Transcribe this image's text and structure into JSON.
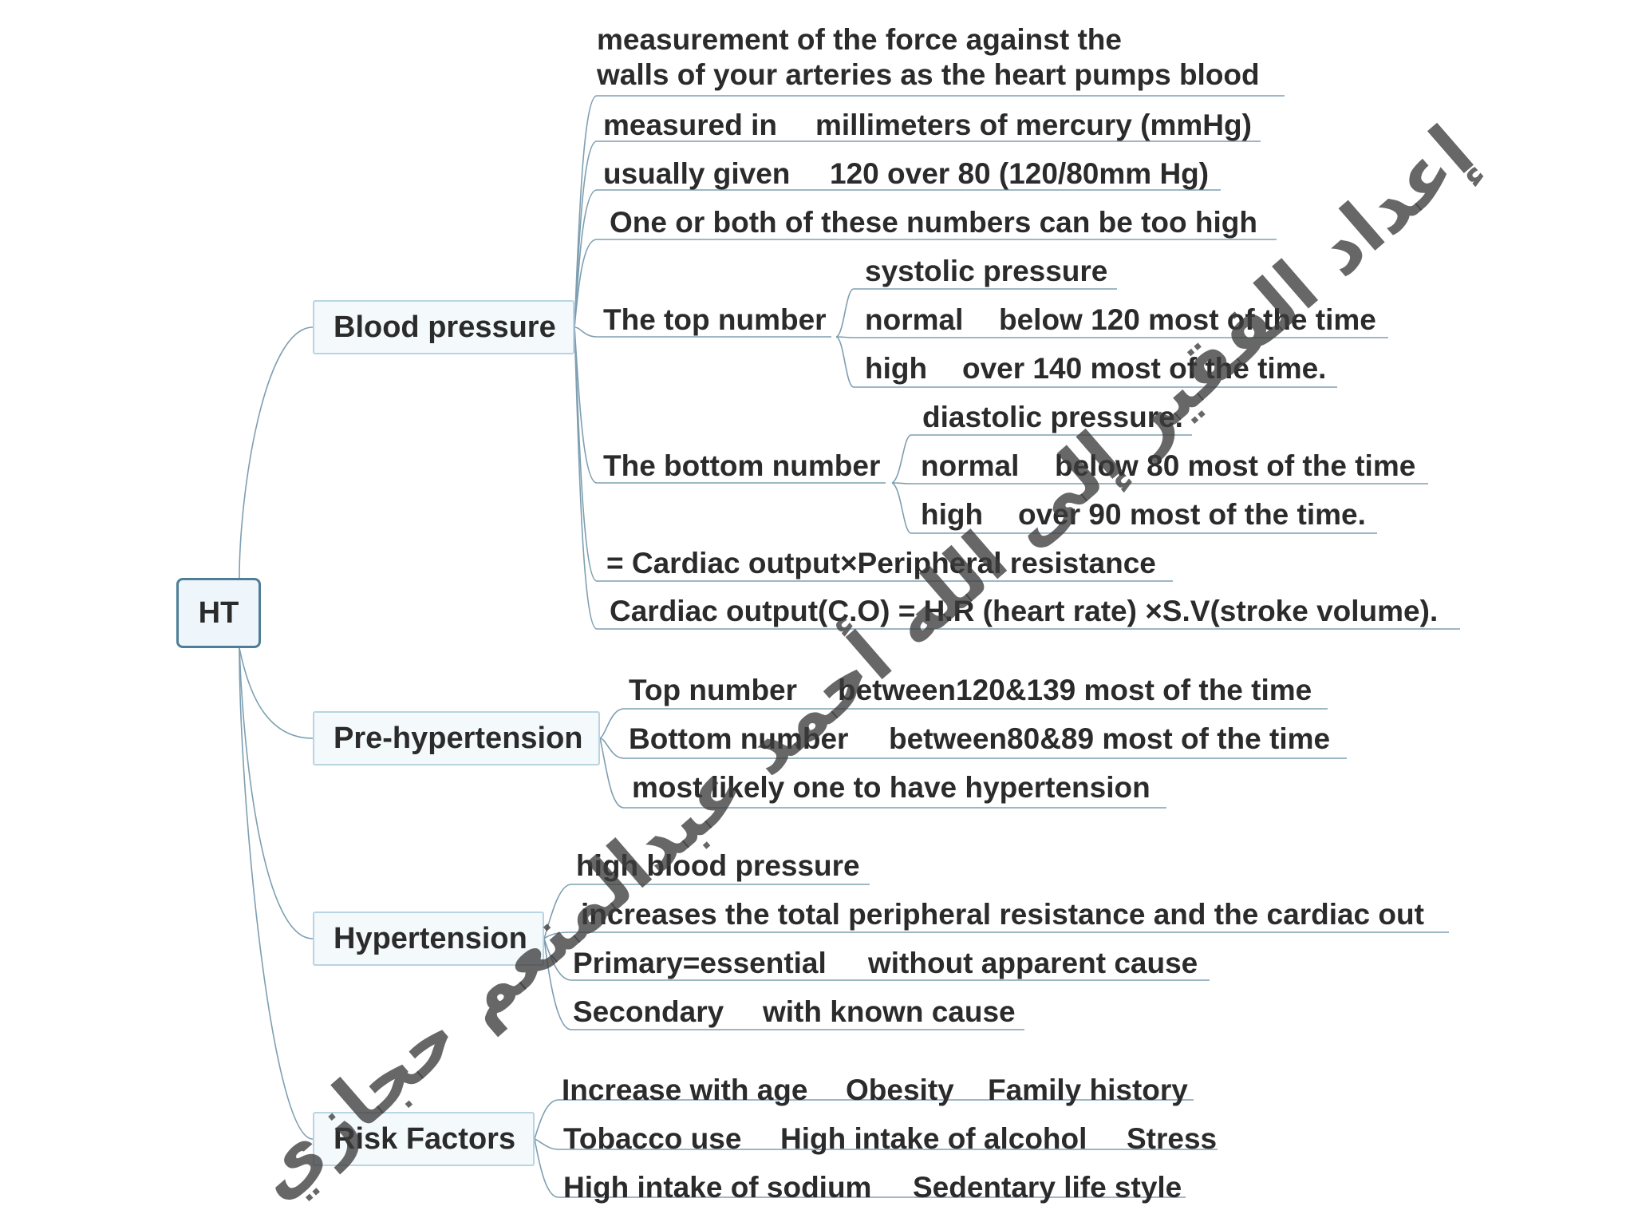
{
  "root": {
    "label": "HT"
  },
  "watermark": "إعداد الفقير إلى الله أحمد عبدالمنعم حجازي",
  "blood_pressure": {
    "label": "Blood pressure",
    "definition_line1": "measurement of the force against the",
    "definition_line2": "walls of your arteries as the heart pumps blood",
    "measured_in_label": "measured in",
    "measured_in_value": "millimeters of mercury (mmHg)",
    "usually_given_label": "usually given",
    "usually_given_value": "120 over 80 (120/80mm Hg)",
    "too_high_note": "One or both of these numbers can be too high",
    "top_number": {
      "label": "The top number",
      "name": "systolic pressure",
      "normal_label": "normal",
      "normal_value": "below 120 most of the time",
      "high_label": "high",
      "high_value": "over 140 most of the time."
    },
    "bottom_number": {
      "label": "The bottom number",
      "name": "diastolic pressure.",
      "normal_label": "normal",
      "normal_value": "below 80 most of the time",
      "high_label": "high",
      "high_value": "over 90 most of the time."
    },
    "formula1": "= Cardiac output×Peripheral resistance",
    "formula2": "Cardiac output(C.O) = H.R (heart rate) ×S.V(stroke volume)."
  },
  "pre_hypertension": {
    "label": "Pre-hypertension",
    "top_label": "Top number",
    "top_value": "between120&139 most of the time",
    "bottom_label": "Bottom number",
    "bottom_value": "between80&89 most of the time",
    "note": "most likely one to have hypertension"
  },
  "hypertension": {
    "label": "Hypertension",
    "def": "high blood pressure",
    "effect": "increases the total peripheral resistance and the cardiac out",
    "primary_label": "Primary=essential",
    "primary_value": "without apparent cause",
    "secondary_label": "Secondary",
    "secondary_value": "with known cause"
  },
  "risk_factors": {
    "label": "Risk Factors",
    "row1": [
      "Increase with age",
      "Obesity",
      "Family history"
    ],
    "row2": [
      "Tobacco use",
      "High intake of alcohol",
      "Stress"
    ],
    "row3": [
      "High intake of sodium",
      "Sedentary life style"
    ]
  },
  "colors": {
    "connector": "#6f95aa",
    "underline": "#aac7d8",
    "root_border": "#4e7f96"
  }
}
